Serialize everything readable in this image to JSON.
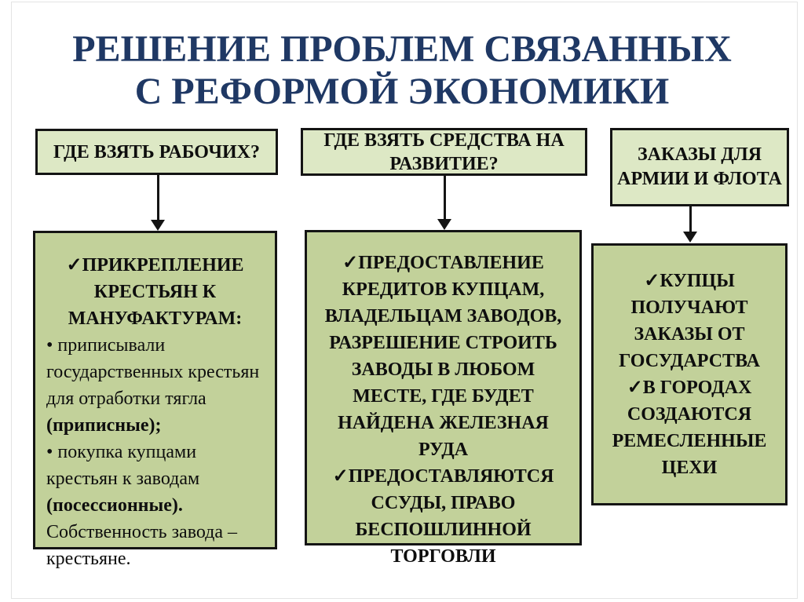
{
  "slide": {
    "title": {
      "line1": "РЕШЕНИЕ ПРОБЛЕМ СВЯЗАННЫХ",
      "line2": "С РЕФОРМОЙ ЭКОНОМИКИ"
    },
    "colors": {
      "title_text": "#1f3864",
      "header_box_fill": "#dde8c5",
      "content_box_fill": "#c2d19a",
      "box_border": "#141414",
      "body_text": "#0e0e0e"
    }
  },
  "columns": [
    {
      "header": "ГДЕ ВЗЯТЬ РАБОЧИХ?",
      "body": {
        "heading": "✓ПРИКРЕПЛЕНИЕ КРЕСТЬЯН К МАНУФАКТУРАМ:",
        "bullet1_text": "• приписывали государственных крестьян для отработки тягла ",
        "bullet1_bold": "(приписные);",
        "bullet2_text": "• покупка купцами крестьян к заводам ",
        "bullet2_bold": "(посессионные).",
        "note": "Собственность завода – крестьяне."
      }
    },
    {
      "header": "ГДЕ ВЗЯТЬ СРЕДСТВА НА РАЗВИТИЕ?",
      "body": {
        "item1": "✓ПРЕДОСТАВЛЕНИЕ КРЕДИТОВ КУПЦАМ, ВЛАДЕЛЬЦАМ ЗАВОДОВ, РАЗРЕШЕНИЕ СТРОИТЬ ЗАВОДЫ В ЛЮБОМ МЕСТЕ, ГДЕ БУДЕТ НАЙДЕНА ЖЕЛЕЗНАЯ РУДА",
        "item2": "✓ПРЕДОСТАВЛЯЮТСЯ ССУДЫ, ПРАВО БЕСПОШЛИННОЙ ТОРГОВЛИ"
      }
    },
    {
      "header": "ЗАКАЗЫ ДЛЯ АРМИИ И ФЛОТА",
      "body": {
        "item1": "✓КУПЦЫ ПОЛУЧАЮТ ЗАКАЗЫ ОТ ГОСУДАРСТВА",
        "item2": "✓В ГОРОДАХ СОЗДАЮТСЯ РЕМЕСЛЕННЫЕ ЦЕХИ"
      }
    }
  ]
}
